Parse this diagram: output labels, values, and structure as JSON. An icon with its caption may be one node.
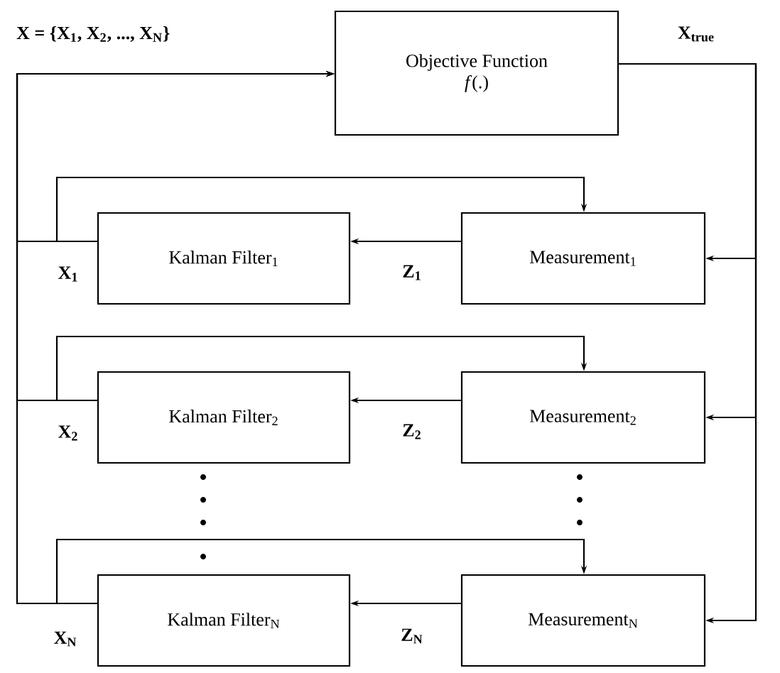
{
  "diagram": {
    "nodes": [
      {
        "text": [
          "Objective Function",
          "*f*(.)"
        ]
      },
      {
        "text": [
          "Kalman Filter$_{1}$"
        ]
      },
      {
        "text": [
          "Measurement$_{1}$"
        ]
      },
      {
        "text": [
          "Kalman Filter$_{2}$"
        ]
      },
      {
        "text": [
          "Measurement$_{2}$"
        ]
      },
      {
        "text": [
          "Kalman Filter$_{N}$"
        ]
      },
      {
        "text": [
          "Measurement$_{N}$"
        ]
      }
    ],
    "edges": [
      {
        "from": 0,
        "to": 2,
        "arrow": "to",
        "label": "X$_{true}$"
      },
      {
        "from": 0,
        "to": 4,
        "arrow": "to"
      },
      {
        "from": 0,
        "to": 6,
        "arrow": "to"
      },
      {
        "from": 2,
        "to": 1,
        "arrow": "to",
        "label": "Z$_{1}$"
      },
      {
        "from": 1,
        "to": 0,
        "arrow": "to",
        "label": "X$_{1}$"
      },
      {
        "from": 1,
        "to": 2,
        "arrow": "to"
      },
      {
        "from": 4,
        "to": 3,
        "arrow": "to",
        "label": "Z$_{2}$"
      },
      {
        "from": 3,
        "to": 0,
        "arrow": "to",
        "label": "X$_{2}$"
      },
      {
        "from": 3,
        "to": 4,
        "arrow": "to"
      },
      {
        "from": 6,
        "to": 5,
        "arrow": "to",
        "label": "Z$_{N}$"
      },
      {
        "from": 5,
        "to": 0,
        "arrow": "to",
        "label": "X$_{N}$"
      },
      {
        "from": 5,
        "to": 6,
        "arrow": "to"
      }
    ],
    "labels": [
      "X = {X$_{1}$, X$_{2}$, ..., X$_{N}$}"
    ]
  }
}
